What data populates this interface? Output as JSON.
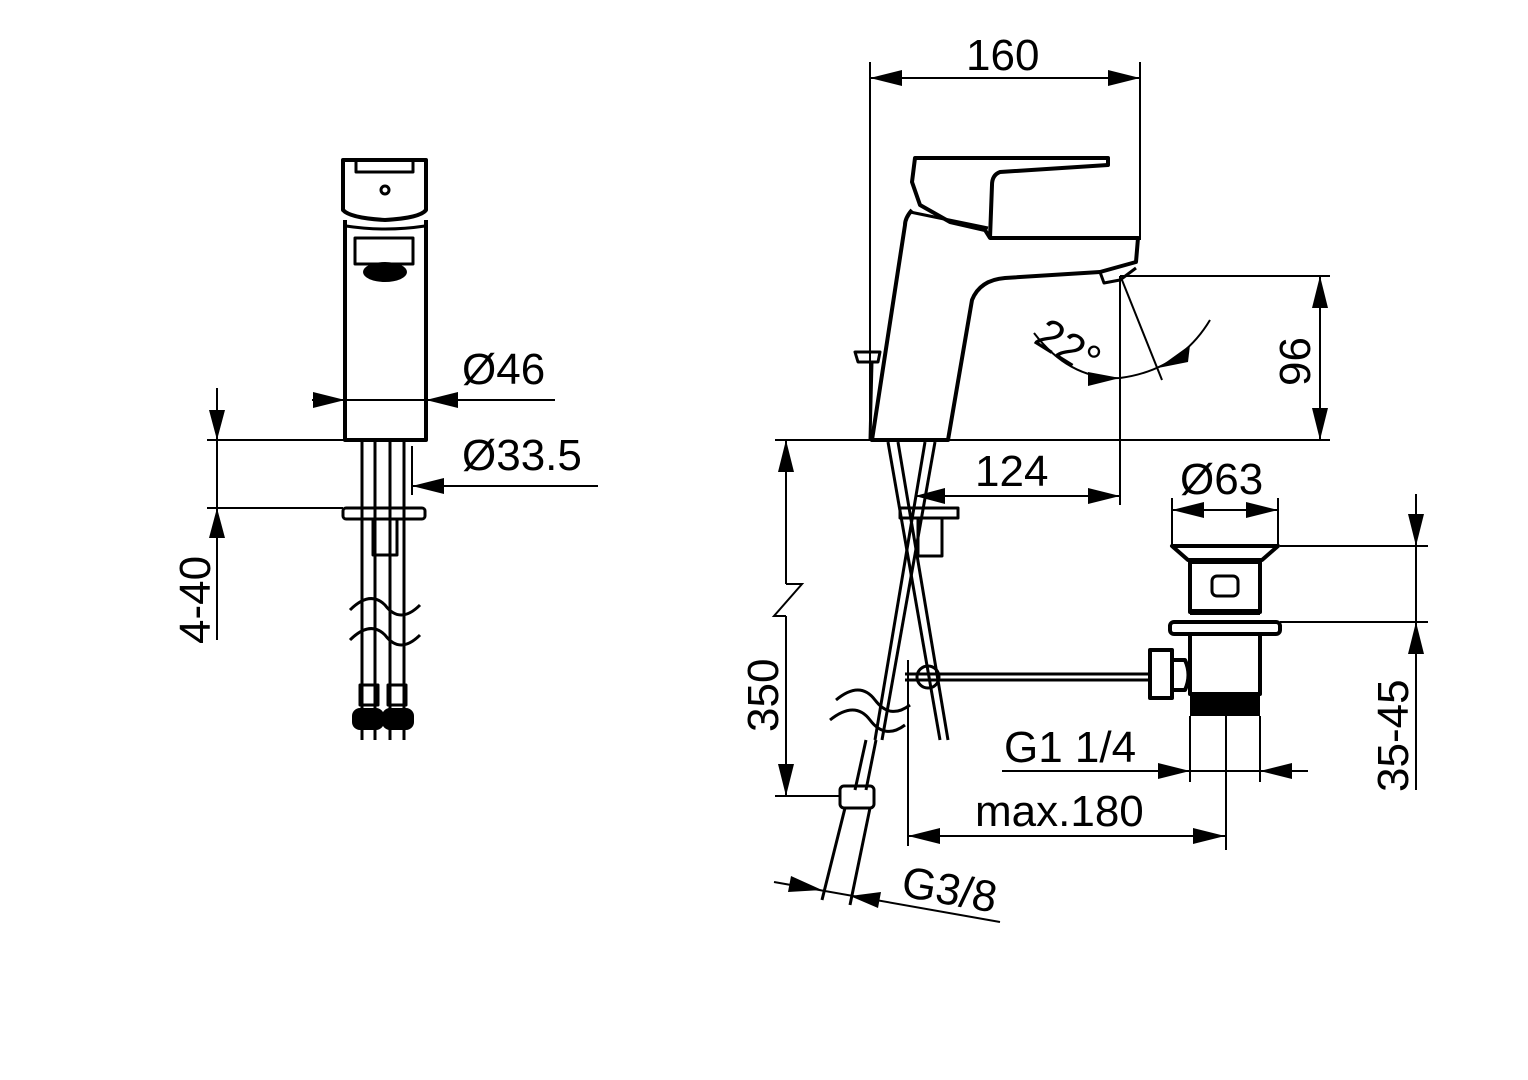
{
  "drawing": {
    "type": "technical-dimension-drawing",
    "subject": "single-lever basin mixer with pop-up waste",
    "colors": {
      "line": "#000000",
      "background": "#ffffff"
    }
  },
  "front_view": {
    "dimensions": {
      "body_diameter": "Ø46",
      "shank_diameter": "Ø33.5",
      "deck_thickness": "4-40"
    }
  },
  "side_view": {
    "dimensions": {
      "overall_depth": "160",
      "spout_height": "96",
      "spout_reach": "124",
      "aerator_angle": "22°",
      "hose_length": "350",
      "hose_thread": "G3/8",
      "waste_clearance": "max.180"
    }
  },
  "waste_view": {
    "dimensions": {
      "plug_diameter": "Ø63",
      "waste_thread": "G1 1/4",
      "basin_thickness": "35-45"
    }
  }
}
